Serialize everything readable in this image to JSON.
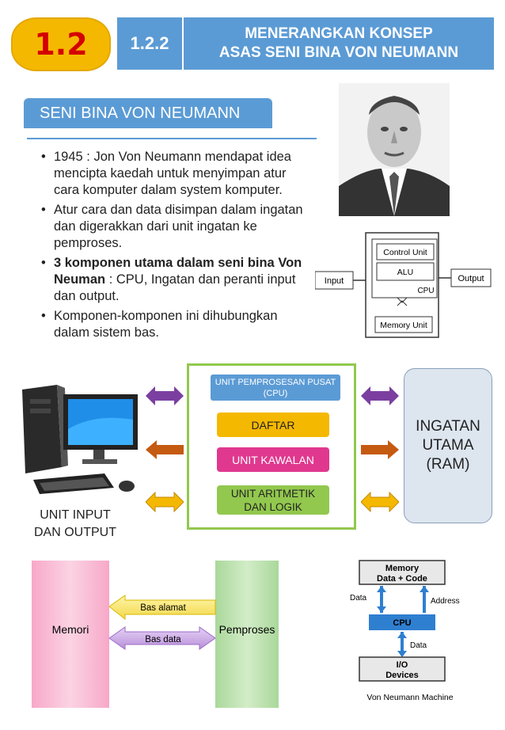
{
  "header": {
    "section_number": "1.2",
    "subsection_number": "1.2.2",
    "title_line1": "MENERANGKAN KONSEP",
    "title_line2": "ASAS SENI BINA VON NEUMANN"
  },
  "section_label": "SENI BINA VON NEUMANN",
  "bullets": [
    {
      "bold": "",
      "text": "1945 : Jon Von Neumann mendapat idea mencipta kaedah untuk menyimpan atur cara komputer dalam system komputer."
    },
    {
      "bold": "",
      "text": "Atur cara dan data disimpan dalam ingatan dan digerakkan dari unit ingatan ke pemproses."
    },
    {
      "bold": "3 komponen utama dalam seni bina Von Neuman",
      "text": " : CPU, Ingatan dan peranti input dan output."
    },
    {
      "bold": "",
      "text": "Komponen-komponen ini dihubungkan dalam sistem bas."
    }
  ],
  "small_diagram": {
    "input": "Input",
    "output": "Output",
    "control_unit": "Control Unit",
    "alu": "ALU",
    "cpu": "CPU",
    "memory_unit": "Memory Unit"
  },
  "cpu_diagram": {
    "cpu_title_line1": "UNIT PEMPROSESAN PUSAT",
    "cpu_title_line2": "(CPU)",
    "daftar": "DAFTAR",
    "unit_kawalan": "UNIT KAWALAN",
    "alu_line1": "UNIT ARITMETIK",
    "alu_line2": "DAN LOGIK",
    "ram_line1": "INGATAN",
    "ram_line2": "UTAMA",
    "ram_line3": "(RAM)",
    "io_line1": "UNIT INPUT",
    "io_line2": "DAN OUTPUT"
  },
  "memory_diagram": {
    "memori": "Memori",
    "pemproses": "Pemproses",
    "bas_alamat": "Bas alamat",
    "bas_data": "Bas data"
  },
  "vn_machine": {
    "memory_line1": "Memory",
    "memory_line2": "Data + Code",
    "data_left": "Data",
    "address": "Address",
    "cpu": "CPU",
    "data_bottom": "Data",
    "io_line1": "I/O",
    "io_line2": "Devices",
    "caption": "Von Neumann Machine"
  },
  "colors": {
    "header_blue": "#5b9bd5",
    "badge_yellow": "#f5b800",
    "badge_red": "#d40000",
    "purple": "#7b3fa0",
    "orange": "#c55a11",
    "yellow": "#f5b800",
    "green": "#92c84e",
    "pink": "#e0388e"
  }
}
